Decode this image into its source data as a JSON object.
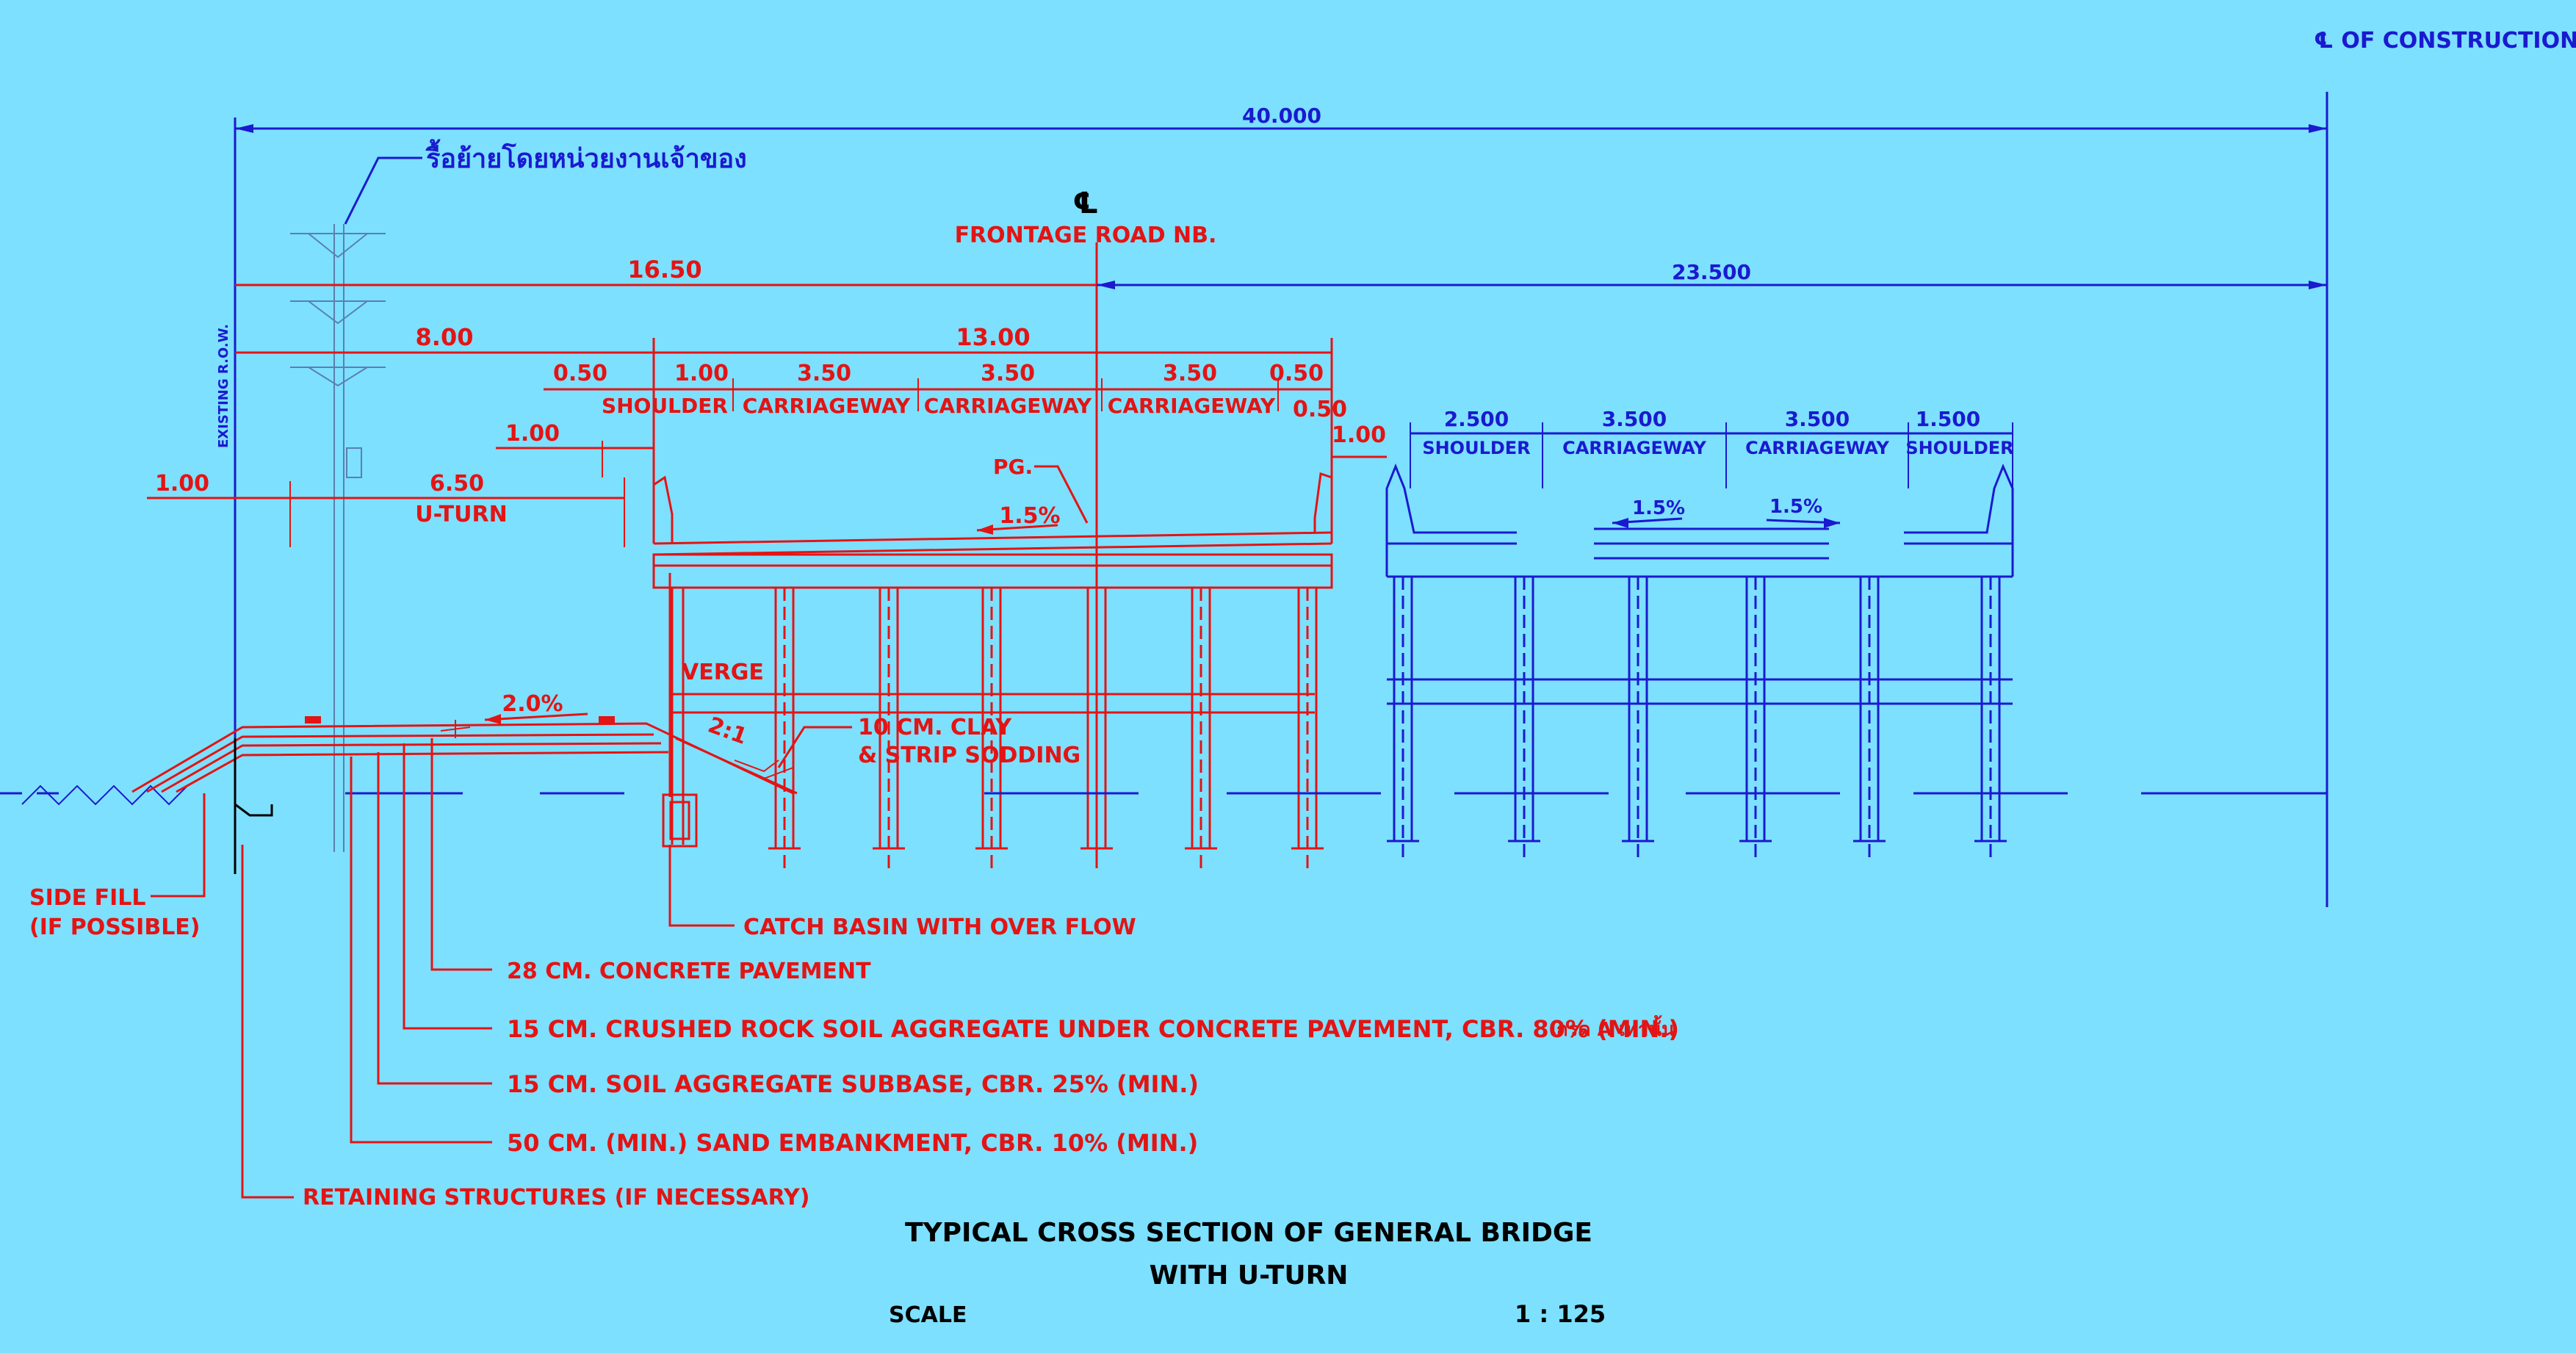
{
  "colors": {
    "background": "#7de0ff",
    "blue": "#1a1acf",
    "red": "#e31414",
    "black": "#000000"
  },
  "header": {
    "construction_cl": "℄ OF CONSTRUCTION",
    "frontage_cl_symbol": "℄",
    "frontage_road": "FRONTAGE ROAD NB."
  },
  "utility_note": "รื้อย้ายโดยหน่วยงานเจ้าของ",
  "row_label": "EXISTING R.O.W.",
  "dims": {
    "overall": "40.000",
    "left_part": "16.50",
    "right_part": "23.500",
    "left_8": "8.00",
    "deck_13": "13.00",
    "d050a": "0.50",
    "d100a": "1.00",
    "d350a": "3.50",
    "d350b": "3.50",
    "d350c": "3.50",
    "d050b": "0.50",
    "d050c": "0.50",
    "d100b": "1.00",
    "d100c": "1.00",
    "d100d": "1.00",
    "d650": "6.50",
    "r2500": "2.500",
    "r3500a": "3.500",
    "r3500b": "3.500",
    "r1500": "1.500"
  },
  "lanes_red": {
    "shoulder": "SHOULDER",
    "cw1": "CARRIAGEWAY",
    "cw2": "CARRIAGEWAY",
    "cw3": "CARRIAGEWAY"
  },
  "lanes_blue": {
    "shoulder1": "SHOULDER",
    "cw1": "CARRIAGEWAY",
    "cw2": "CARRIAGEWAY",
    "shoulder2": "SHOULDER"
  },
  "labels": {
    "uturn": "U-TURN",
    "pg": "PG.",
    "slope_red": "1.5%",
    "slope_blue1": "1.5%",
    "slope_blue2": "1.5%",
    "verge": "VERGE",
    "grade": "2.0%",
    "slope21": "2:1",
    "clay1": "10 CM. CLAY",
    "clay2": "& STRIP SODDING",
    "sidefill1": "SIDE FILL",
    "sidefill2": "(IF POSSIBLE)",
    "catch": "CATCH BASIN WITH OVER FLOW",
    "pave": "28 CM. CONCRETE PAVEMENT",
    "crushed": "15 CM. CRUSHED ROCK SOIL AGGREGATE UNDER CONCRETE PAVEMENT, CBR. 80% (MIN.)",
    "crushed_note": "เกรด A เท่านั้น",
    "subbase": "15 CM. SOIL AGGREGATE SUBBASE, CBR. 25% (MIN.)",
    "sand": "50 CM. (MIN.) SAND EMBANKMENT, CBR. 10% (MIN.)",
    "retaining": "RETAINING STRUCTURES (IF NECESSARY)"
  },
  "title": {
    "line1": "TYPICAL CROSS SECTION OF GENERAL BRIDGE",
    "line2": "WITH U-TURN",
    "scale_label": "SCALE",
    "scale_value": "1 : 125"
  }
}
